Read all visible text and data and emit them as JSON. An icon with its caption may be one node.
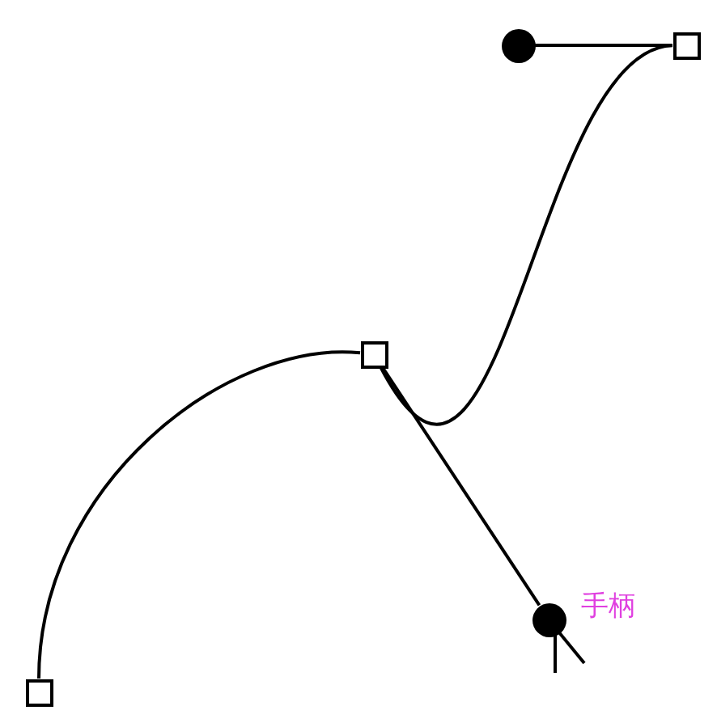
{
  "diagram": {
    "nodes": [
      {
        "text": [],
        "shape": "circle"
      },
      {
        "text": [],
        "shape": "box"
      },
      {
        "text": [],
        "shape": "box"
      },
      {
        "text": [],
        "shape": "circle",
        "beside": [
          "手柄"
        ]
      },
      {
        "text": [],
        "shape": "box"
      }
    ],
    "edges": [
      {
        "from": 0,
        "to": 1,
        "arrow": "none"
      },
      {
        "from": 2,
        "to": 1,
        "arrow": "none"
      },
      {
        "from": 4,
        "to": 2,
        "arrow": "none"
      },
      {
        "from": 2,
        "to": 3,
        "arrow": "none"
      }
    ]
  }
}
